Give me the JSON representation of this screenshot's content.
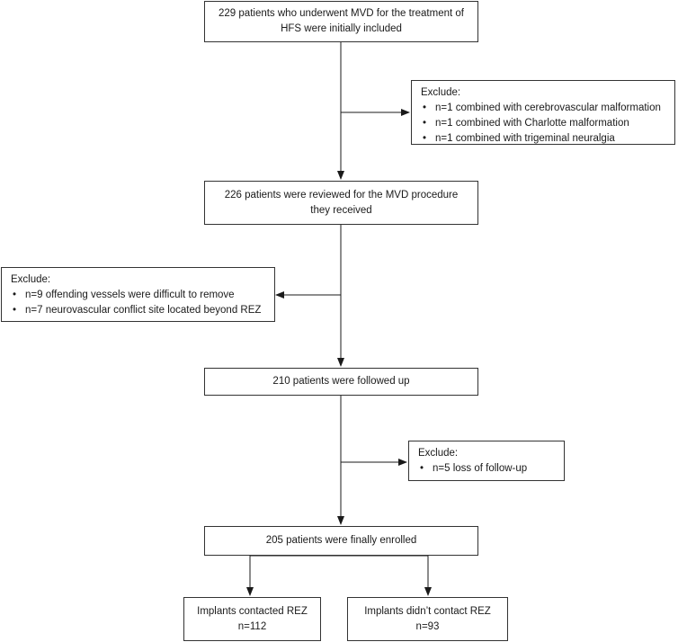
{
  "flow": {
    "step1": {
      "line1": "229 patients who underwent MVD for the treatment of",
      "line2": "HFS were initially included"
    },
    "exclude1": {
      "title": "Exclude:",
      "items": [
        "n=1 combined with cerebrovascular malformation",
        "n=1 combined with Charlotte malformation",
        "n=1 combined with trigeminal neuralgia"
      ]
    },
    "step2": {
      "line1": "226 patients were reviewed for the MVD procedure",
      "line2": "they received"
    },
    "exclude2": {
      "title": "Exclude:",
      "items": [
        "n=9 offending vessels were difficult to remove",
        "n=7 neurovascular conflict site located beyond REZ"
      ]
    },
    "step3": {
      "text": "210 patients were followed up"
    },
    "exclude3": {
      "title": "Exclude:",
      "items": [
        "n=5 loss of follow-up"
      ]
    },
    "step4": {
      "text": "205 patients were finally enrolled"
    },
    "group_a": {
      "line1": "Implants contacted REZ",
      "line2": "n=112"
    },
    "group_b": {
      "line1": "Implants didn’t contact REZ",
      "line2": "n=93"
    }
  }
}
